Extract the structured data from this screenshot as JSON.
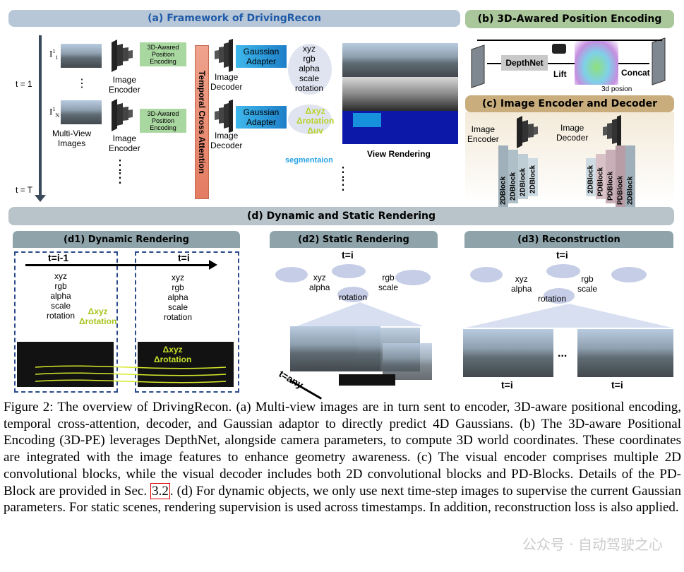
{
  "panel_a": {
    "title": "(a) Framework of DrivingRecon",
    "t1": "t = 1",
    "tT": "t = T",
    "i11_main": "I",
    "i11_sup": "1",
    "i11_sub": "1",
    "i1N_main": "I",
    "i1N_sup": "1",
    "i1N_sub": "N",
    "dots": "⋮",
    "multiview": "Multi-View\nImages",
    "image_encoder": "Image\nEncoder",
    "pe_box": "3D-Awared\nPosition\nEncoding",
    "tca": "Temporal Cross Attention",
    "image_decoder": "Image\nDecoder",
    "gaussian_adapter": "Gaussian\nAdapter",
    "params_top": "xyz\nrgb\nalpha\nscale\nrotation",
    "params_bottom": "Δxyz\nΔrotation\nΔuv",
    "segmentation": "segmentaion",
    "view_rendering": "View Rendering"
  },
  "panel_b": {
    "title": "(b) 3D-Awared Position Encoding",
    "depthnet": "DepthNet",
    "lift": "Lift",
    "concat": "Concat",
    "posion": "3d posion"
  },
  "panel_c": {
    "title": "(c) Image Encoder and Decoder",
    "image_encoder": "Image\nEncoder",
    "image_decoder": "Image\nDecoder",
    "enc_blocks": [
      "2DBlock",
      "2DBlock",
      "2DBlock",
      "2DBlock"
    ],
    "dec_blocks": [
      "2DBlock",
      "PDBlock",
      "PDBlock",
      "PDBlock",
      "2DBlock"
    ]
  },
  "panel_d": {
    "title": "(d) Dynamic and Static Rendering",
    "d1_title": "(d1) Dynamic Rendering",
    "d1_t_prev": "t=i-1",
    "d1_t_cur": "t=i",
    "params": "xyz\nrgb\nalpha\nscale\nrotation",
    "delta": "Δxyz\nΔrotation",
    "d2_title": "(d2) Static Rendering",
    "d2_t": "t=i",
    "d2_xyz_alpha": "xyz\nalpha",
    "d2_rgb_scale": "rgb\nscale",
    "d2_rotation": "rotation",
    "d2_tany": "t=any",
    "d3_title": "(d3) Reconstruction",
    "d3_t": "t=i",
    "d3_dots": "...",
    "d3_t_left": "t=i",
    "d3_t_right": "t=i"
  },
  "caption": {
    "part1": "Figure 2: The overview of DrivingRecon. (a) Multi-view images are in turn sent to encoder, 3D-aware positional encoding, temporal cross-attention, decoder, and Gaussian adaptor to directly predict 4D Gaussians. (b) The 3D-aware Positional Encoding (3D-PE) leverages DepthNet, alongside camera parameters, to compute 3D world coordinates. These coordinates are integrated with the image features to enhance geometry awareness. (c) The visual encoder comprises multiple 2D convolutional blocks, while the visual decoder includes both 2D convolutional blocks and PD-Blocks. Details of the PD-Block are provided in Sec. ",
    "ref": "3.2",
    "part2": ". (d) For dynamic objects, we only use next time-step images to supervise the current Gaussian parameters. For static scenes, rendering supervision is used across timestamps. In addition, reconstruction loss is also applied."
  },
  "watermark": "公众号 · 自动驾驶之心"
}
